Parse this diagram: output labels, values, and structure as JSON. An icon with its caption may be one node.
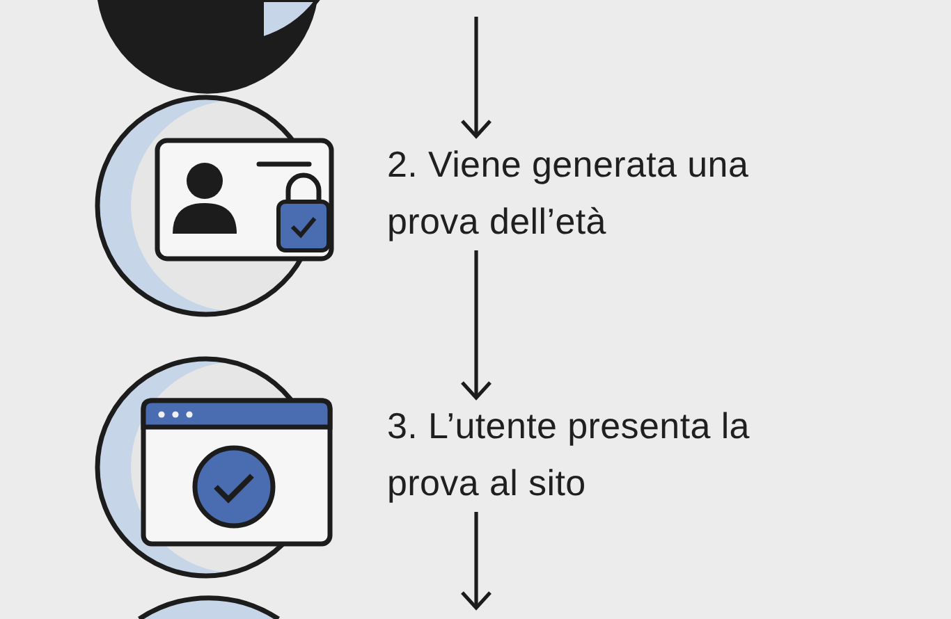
{
  "diagram": {
    "nodes": [
      {
        "text": [
          "2. Viene generata una prova dell’età"
        ]
      },
      {
        "text": [
          "3. L’utente presenta la prova al sito"
        ]
      }
    ],
    "edges": [
      {
        "from": null,
        "to": 0,
        "arrow": "to"
      },
      {
        "from": 0,
        "to": 1,
        "arrow": "to"
      },
      {
        "from": 1,
        "to": null,
        "arrow": "to"
      }
    ]
  }
}
